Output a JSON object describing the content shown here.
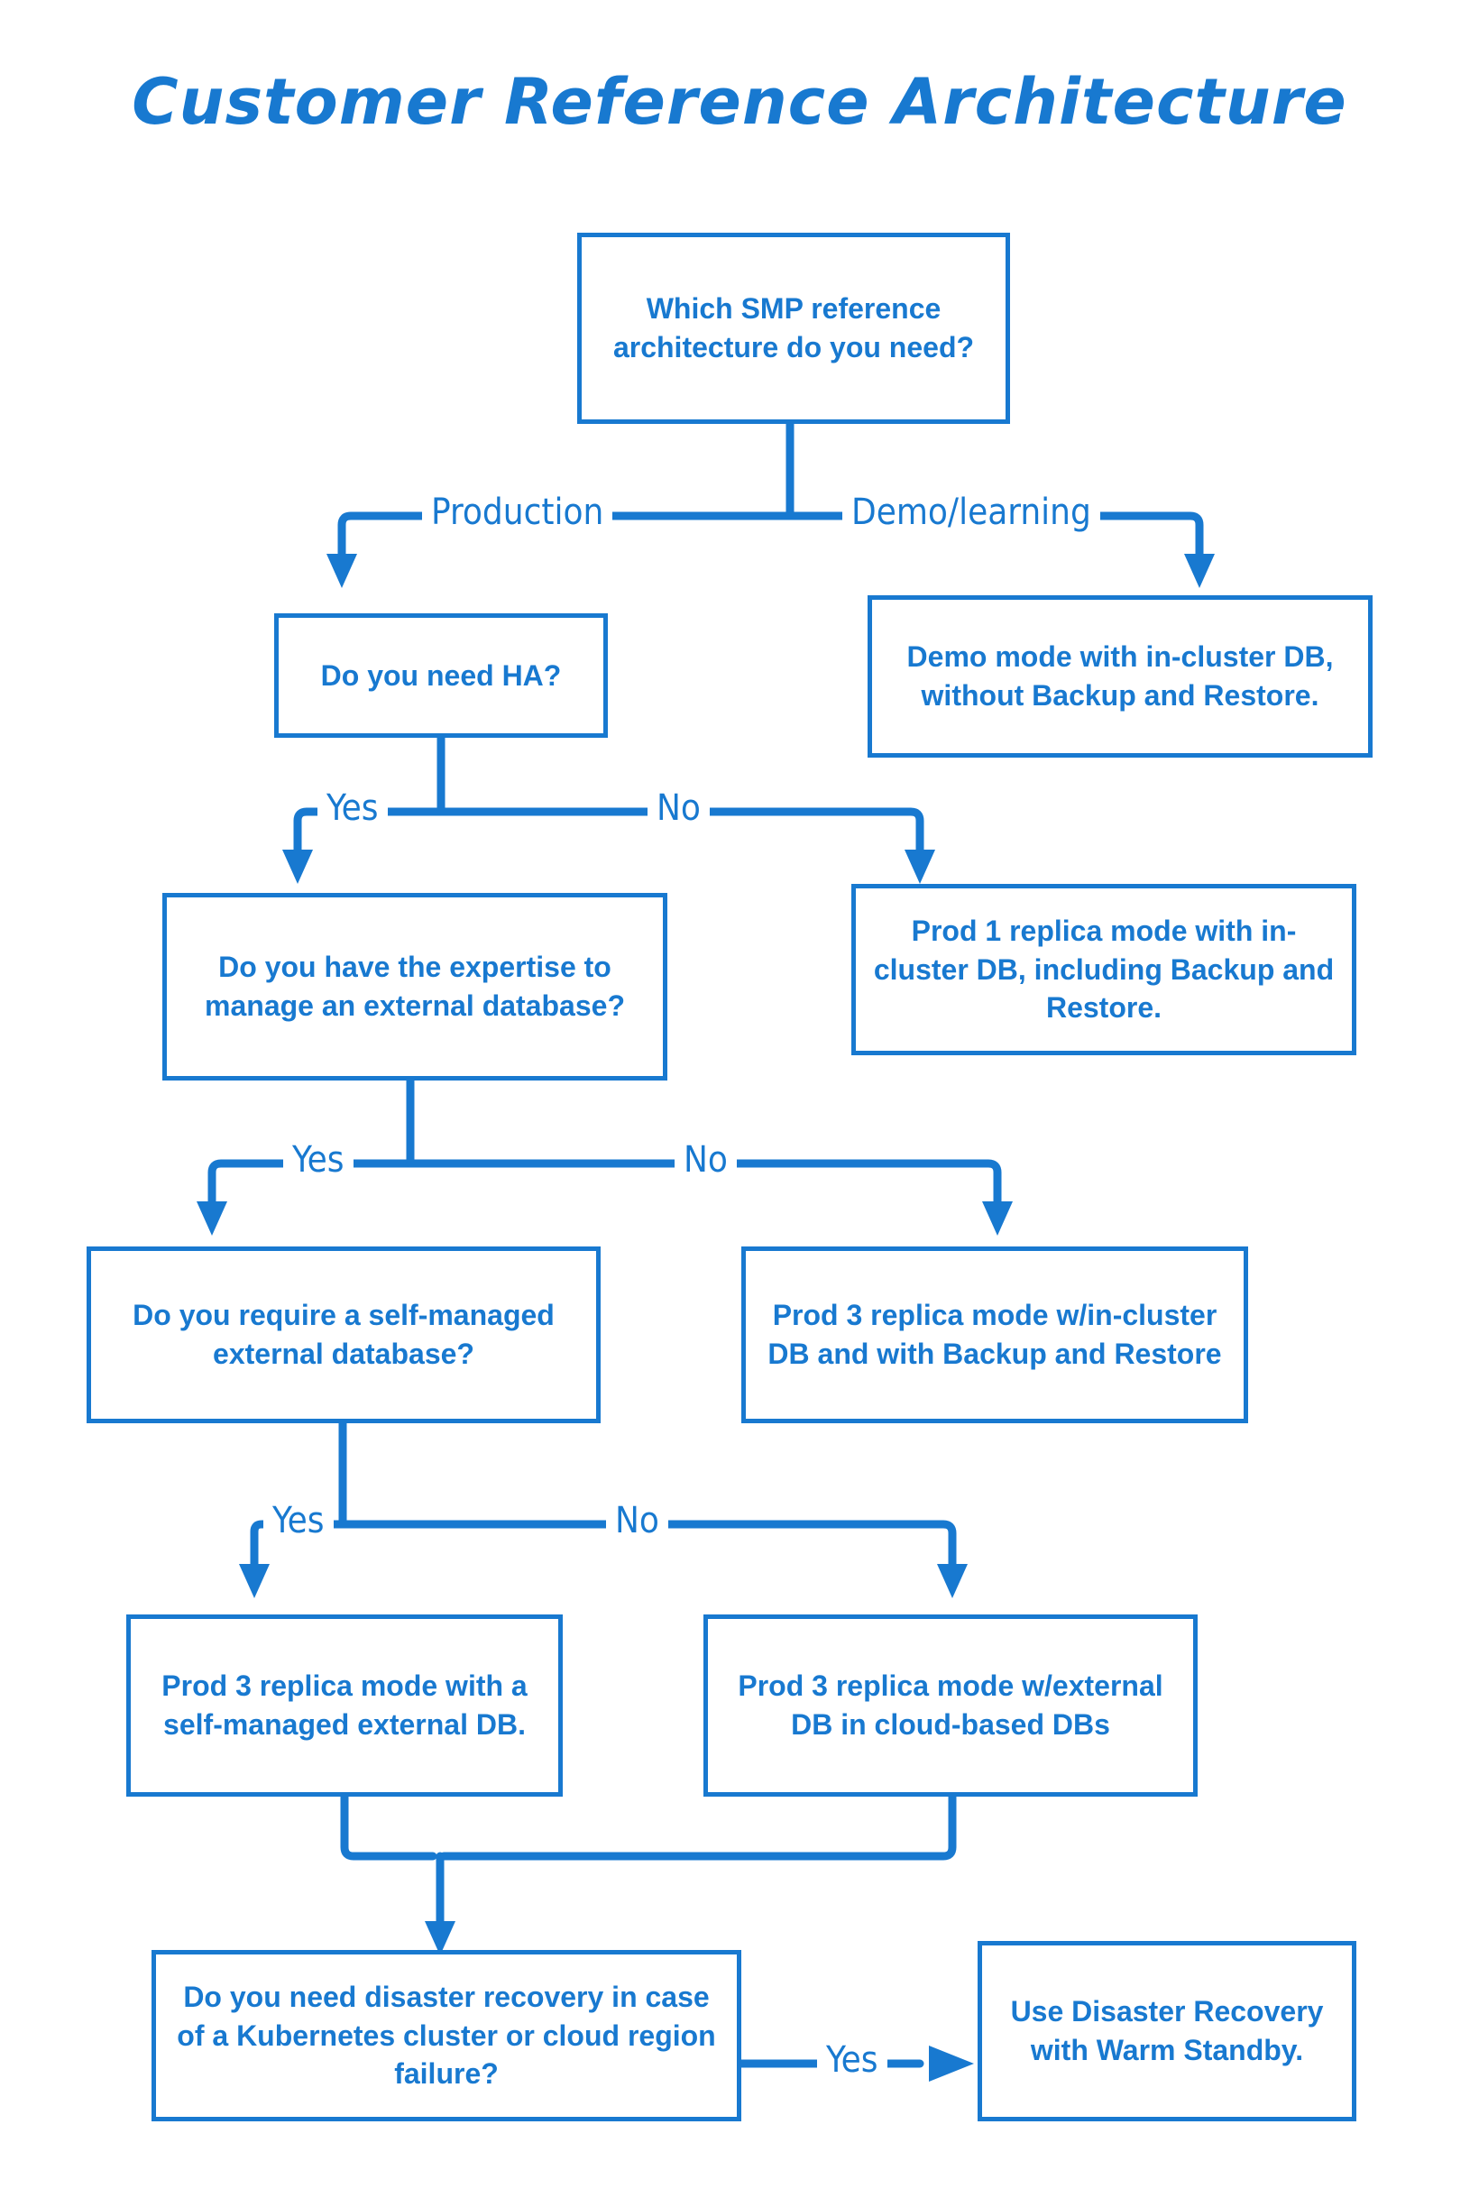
{
  "title": "Customer Reference Architecture",
  "colors": {
    "accent": "#1879d0",
    "background": "#ffffff",
    "node_border": "#1879d0",
    "node_fill": "#ffffff",
    "text": "#1879d0"
  },
  "nodes": {
    "root_question": "Which SMP reference architecture do you need?",
    "demo_outcome": "Demo mode with in-cluster DB, without Backup and Restore.",
    "ha_question": "Do you need HA?",
    "prod1_outcome": "Prod 1 replica mode with in-cluster DB, including Backup and Restore.",
    "expertise_question": "Do you have the expertise to manage an external database?",
    "prod3_incluster_outcome": "Prod 3 replica mode w/in-cluster DB and with Backup and Restore",
    "selfmanaged_question": "Do you require a self-managed external database?",
    "prod3_selfmanaged_outcome": "Prod 3 replica mode with a self-managed external DB.",
    "prod3_cloud_outcome": "Prod 3 replica mode w/external DB in cloud-based DBs",
    "dr_question": "Do you need disaster recovery in case of a Kubernetes cluster or cloud region failure?",
    "dr_outcome": "Use Disaster Recovery with Warm Standby."
  },
  "edge_labels": {
    "production": "Production",
    "demo_learning": "Demo/learning",
    "ha_yes": "Yes",
    "ha_no": "No",
    "expertise_yes": "Yes",
    "expertise_no": "No",
    "selfmanaged_yes": "Yes",
    "selfmanaged_no": "No",
    "dr_yes": "Yes"
  }
}
